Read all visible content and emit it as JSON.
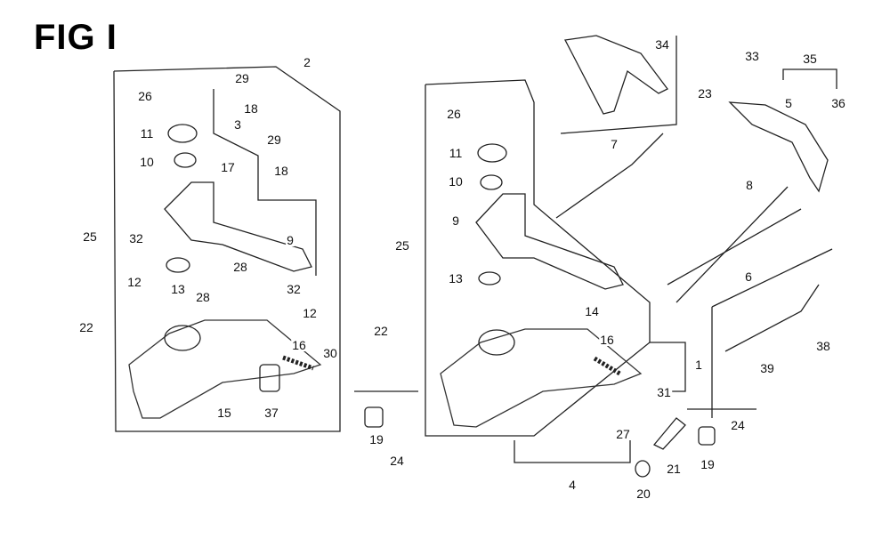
{
  "title": "FIG I",
  "labels": [
    "2",
    "29",
    "26",
    "18",
    "3",
    "11",
    "29",
    "10",
    "17",
    "18",
    "9",
    "32",
    "25",
    "28",
    "13",
    "28",
    "32",
    "12",
    "12",
    "22",
    "16",
    "30",
    "15",
    "37",
    "34",
    "33",
    "35",
    "23",
    "5",
    "36",
    "7",
    "26",
    "11",
    "10",
    "9",
    "8",
    "25",
    "13",
    "14",
    "6",
    "22",
    "16",
    "1",
    "31",
    "27",
    "19",
    "24",
    "4",
    "21",
    "20",
    "19",
    "24",
    "38",
    "39"
  ]
}
